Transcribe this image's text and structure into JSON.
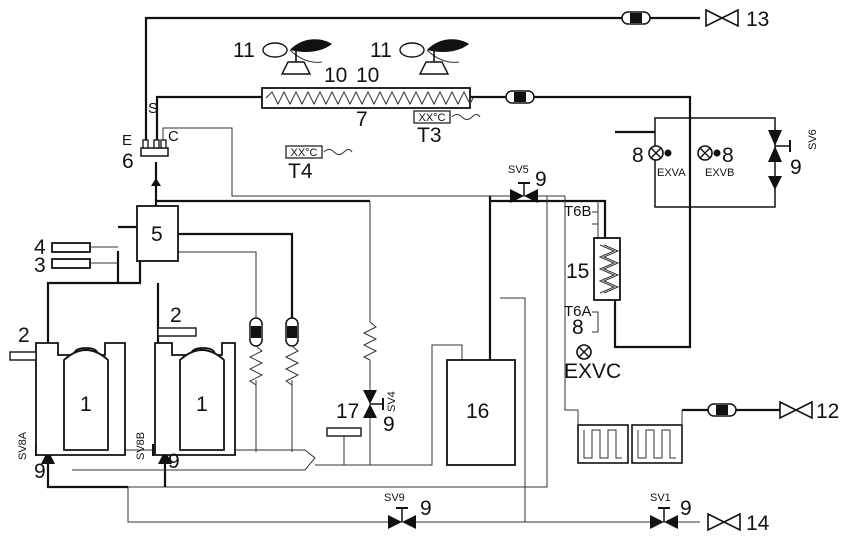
{
  "components": {
    "compressor_1a": "1",
    "compressor_1b": "1",
    "label_2a": "2",
    "label_2b": "2",
    "label_3": "3",
    "label_4": "4",
    "label_5": "5",
    "label_6": "6",
    "label_7": "7",
    "label_8_a": "8",
    "label_8_b": "8",
    "label_8_c": "8",
    "label_9_sv5": "9",
    "label_9_sv6": "9",
    "label_9_sv4": "9",
    "label_9_sv8a": "9",
    "label_9_sv8b": "9",
    "label_9_sv9": "9",
    "label_9_sv1": "9",
    "label_10_a": "10",
    "label_10_b": "10",
    "label_11_a": "11",
    "label_11_b": "11",
    "label_12": "12",
    "label_13": "13",
    "label_14": "14",
    "label_15": "15",
    "label_16": "16",
    "label_17": "17"
  },
  "ports": {
    "e": "E",
    "s": "S",
    "c": "C"
  },
  "sensors": {
    "t3": "T3",
    "t3_display": "XX°C",
    "t4": "T4",
    "t4_display": "XX°C",
    "t6a": "T6A",
    "t6b": "T6B"
  },
  "valves": {
    "sv1": "SV1",
    "sv4": "SV4",
    "sv5": "SV5",
    "sv6": "SV6",
    "sv8a": "SV8A",
    "sv8b": "SV8B",
    "sv9": "SV9",
    "exva": "EXVA",
    "exvb": "EXVB",
    "exvc": "EXVC"
  }
}
